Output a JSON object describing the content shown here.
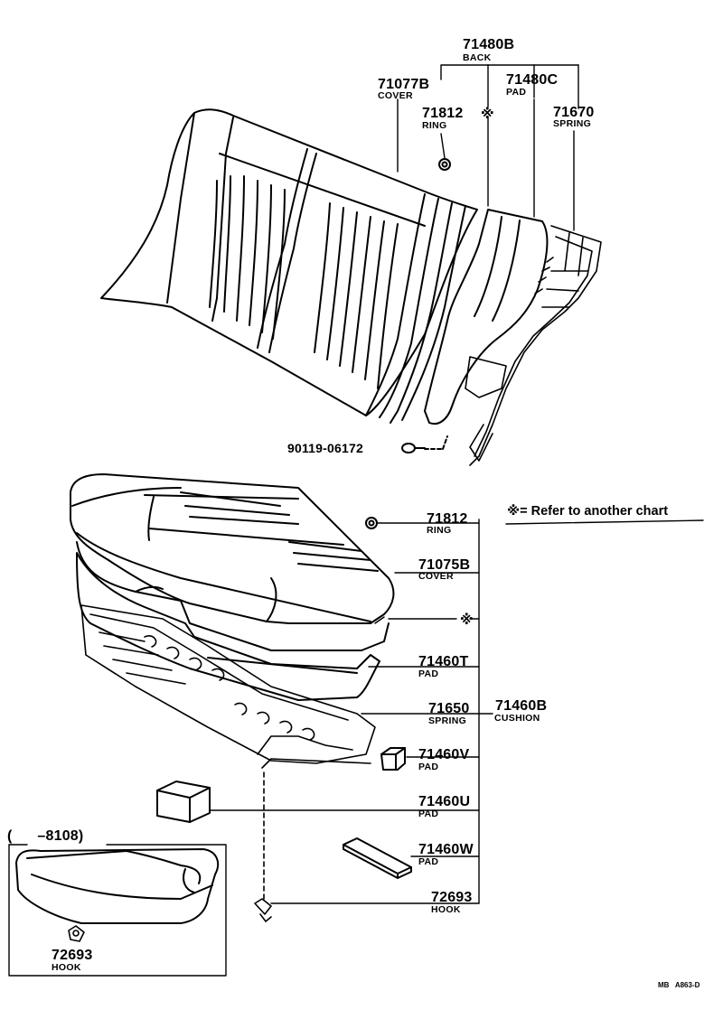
{
  "parts": {
    "back": {
      "number": "71480B",
      "name": "BACK"
    },
    "back_cover": {
      "number": "71077B",
      "name": "COVER"
    },
    "back_pad": {
      "number": "71480C",
      "name": "PAD"
    },
    "back_ring": {
      "number": "71812",
      "name": "RING"
    },
    "back_spring": {
      "number": "71670",
      "name": "SPRING"
    },
    "bolt": {
      "number": "90119-06172"
    },
    "cushion_ring": {
      "number": "71812",
      "name": "RING"
    },
    "cushion_cover": {
      "number": "71075B",
      "name": "COVER"
    },
    "cushion_pad": {
      "number": "71460T",
      "name": "PAD"
    },
    "cushion_spring": {
      "number": "71650",
      "name": "SPRING"
    },
    "cushion": {
      "number": "71460B",
      "name": "CUSHION"
    },
    "pad_v": {
      "number": "71460V",
      "name": "PAD"
    },
    "pad_u": {
      "number": "71460U",
      "name": "PAD"
    },
    "pad_w": {
      "number": "71460W",
      "name": "PAD"
    },
    "hook": {
      "number": "72693",
      "name": "HOOK"
    },
    "inset_hook": {
      "number": "72693",
      "name": "HOOK"
    }
  },
  "refer_symbol": "※",
  "legend": "※= Refer to another chart",
  "inset_label": "(      –8108)",
  "footer_code": "MB   A863-D"
}
